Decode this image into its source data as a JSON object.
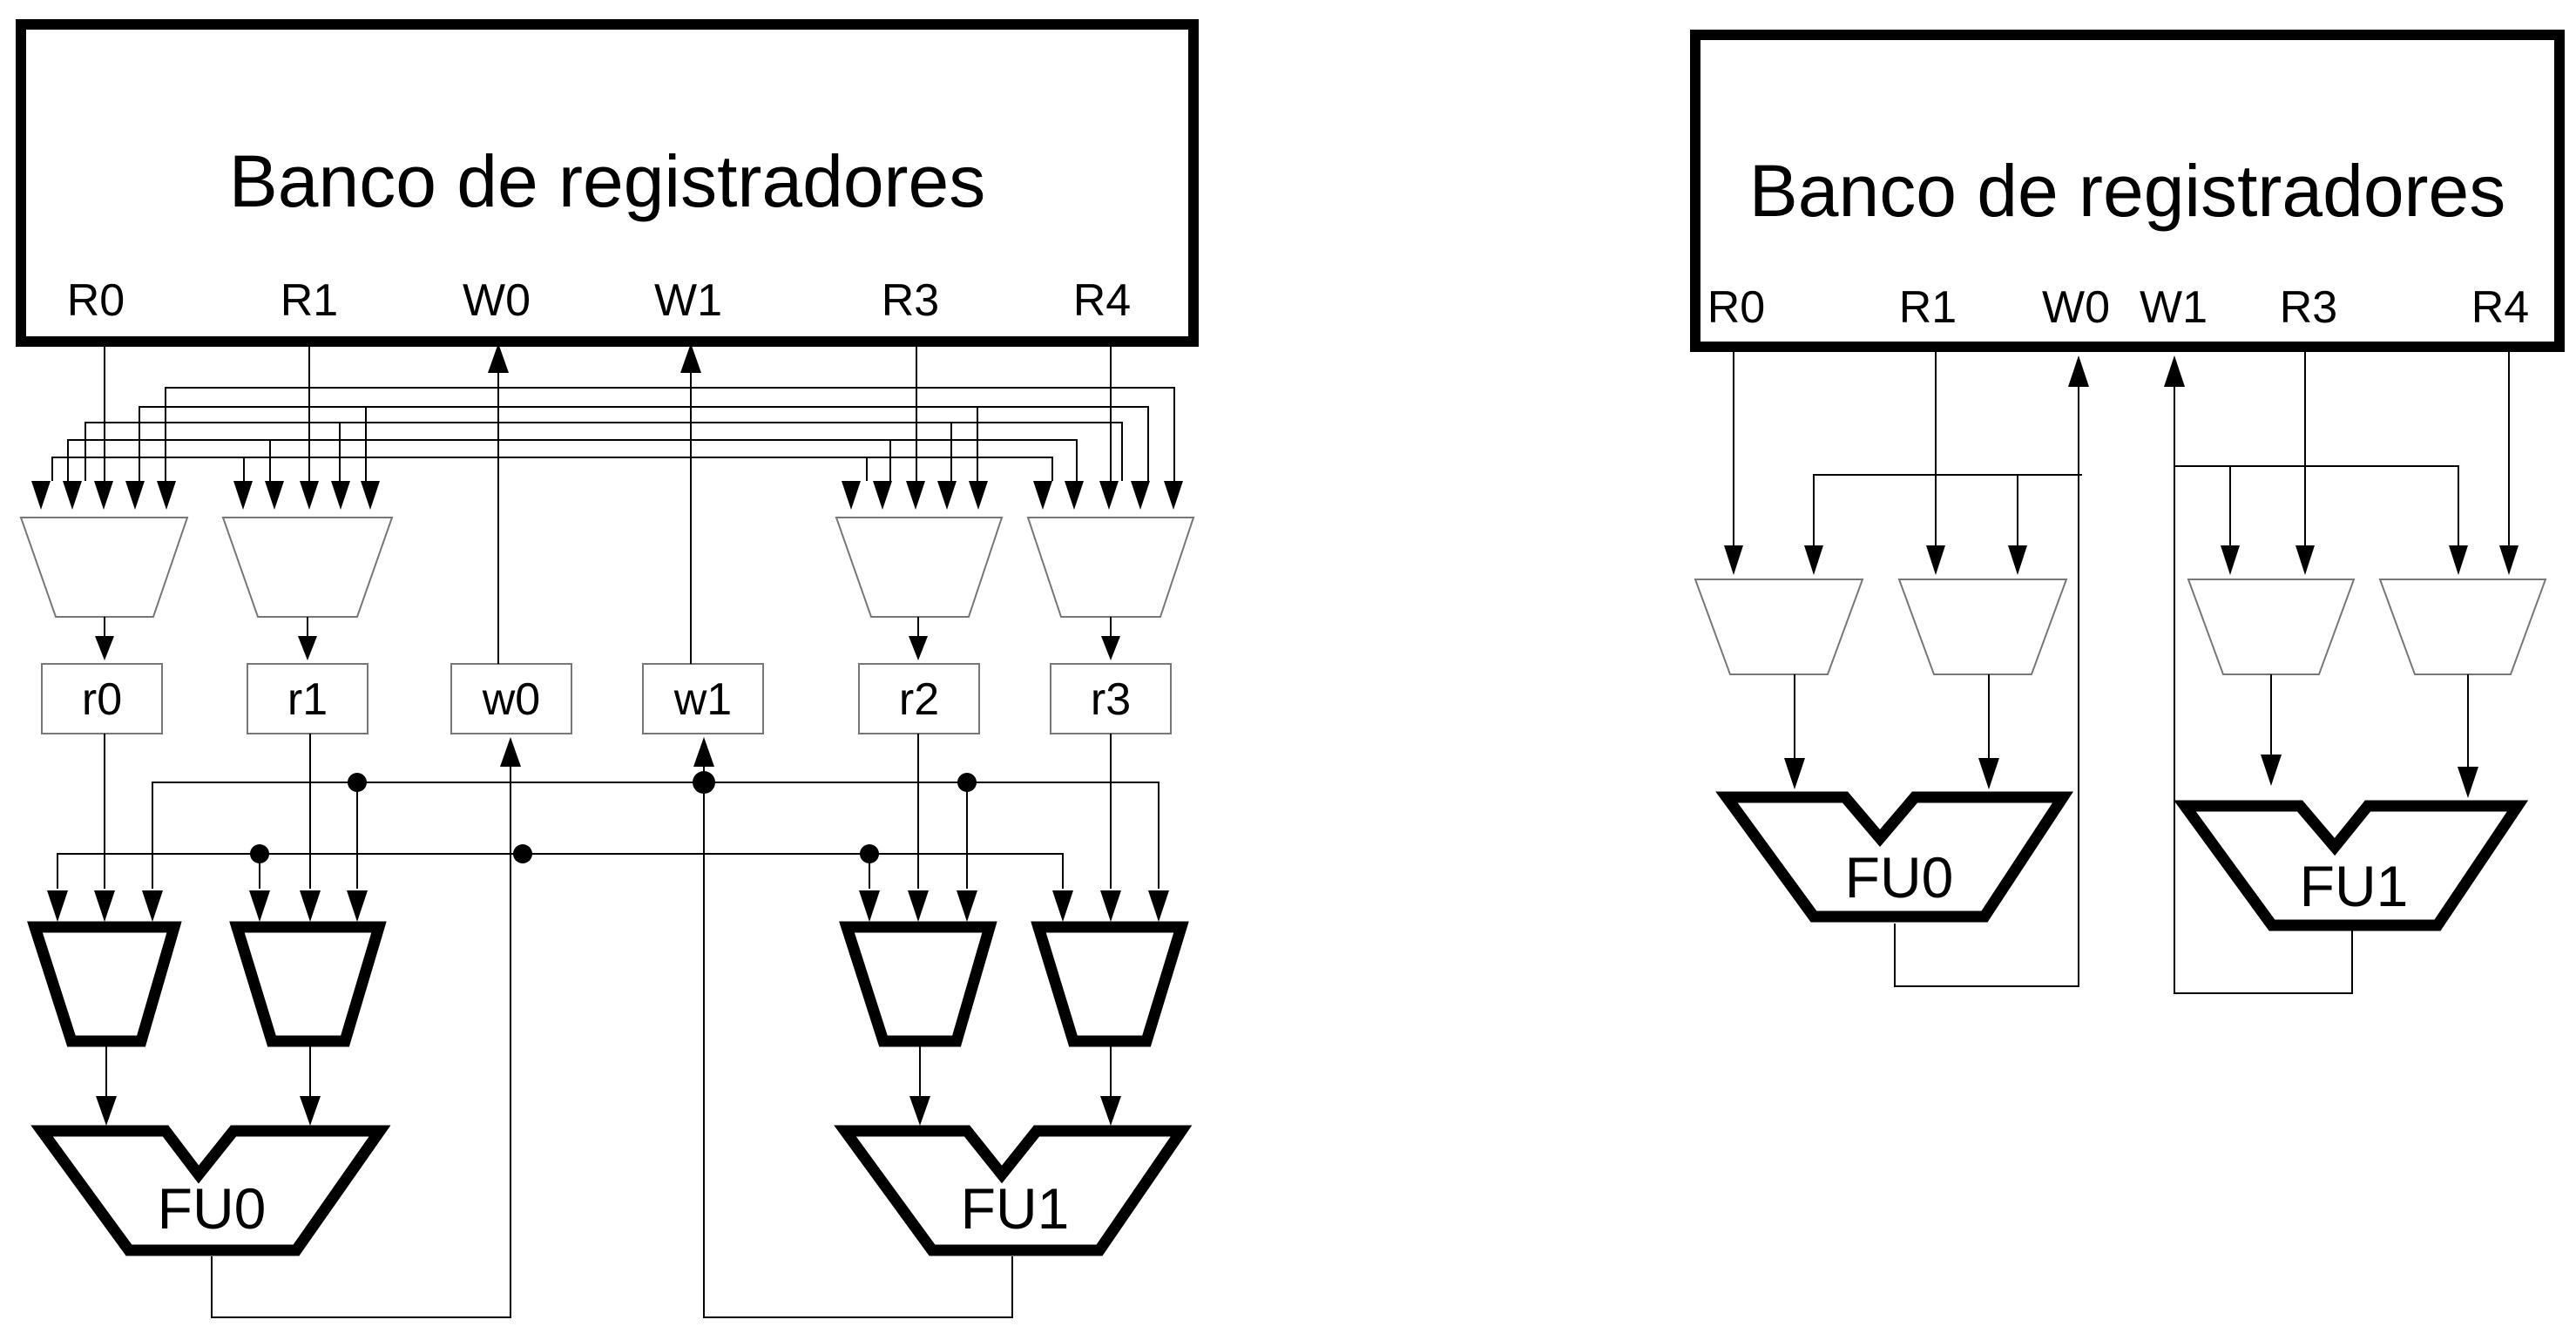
{
  "left_diagram": {
    "bank_title": "Banco de registradores",
    "ports": [
      "R0",
      "R1",
      "W0",
      "W1",
      "R3",
      "R4"
    ],
    "latches": [
      "r0",
      "r1",
      "w0",
      "w1",
      "r2",
      "r3"
    ],
    "fus": [
      "FU0",
      "FU1"
    ]
  },
  "right_diagram": {
    "bank_title": "Banco de registradores",
    "ports": [
      "R0",
      "R1",
      "W0",
      "W1",
      "R3",
      "R4"
    ],
    "fus": [
      "FU0",
      "FU1"
    ]
  }
}
